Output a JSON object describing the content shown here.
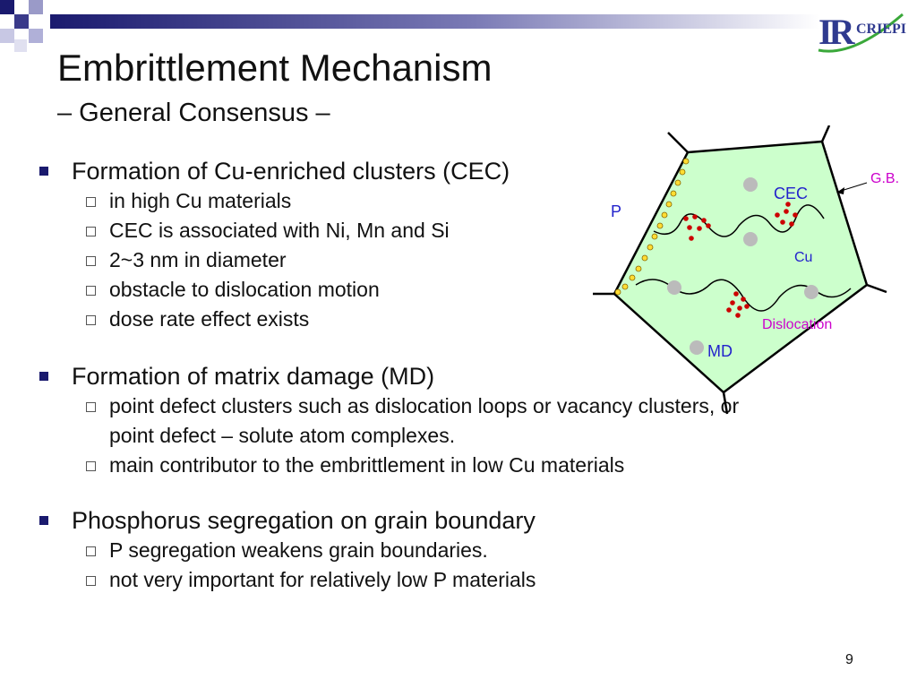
{
  "slide": {
    "title": "Embrittlement Mechanism",
    "subtitle": "– General Consensus –",
    "page_number": "9",
    "logo": {
      "mark": "IR",
      "text": "CRIEPI"
    }
  },
  "bullets": [
    {
      "text": "Formation of Cu-enriched clusters (CEC)",
      "subs": [
        "in high Cu materials",
        "CEC is associated with Ni, Mn and Si",
        "2~3 nm in diameter",
        "obstacle to dislocation motion",
        "dose rate effect exists"
      ]
    },
    {
      "text": "Formation of matrix damage (MD)",
      "subs": [
        "point defect clusters such as dislocation loops or vacancy clusters, or point defect – solute atom complexes.",
        "main contributor to the embrittlement in low Cu materials"
      ]
    },
    {
      "text": "Phosphorus segregation on grain boundary",
      "subs": [
        "P segregation weakens grain boundaries.",
        "not very important for relatively low P materials"
      ]
    }
  ],
  "diagram": {
    "labels": {
      "gb": "G.B.",
      "p": "P",
      "cec": "CEC",
      "cu": "Cu",
      "dislocation": "Dislocation",
      "md": "MD"
    },
    "colors": {
      "grain_fill": "#ccffcc",
      "cu_dot": "#cc0000",
      "p_dot": "#ffdd33",
      "md_dot": "#bbbbbb",
      "gb_label": "#cc00cc",
      "blue_label": "#2222cc",
      "header_blue": "#1a1a6e"
    }
  }
}
